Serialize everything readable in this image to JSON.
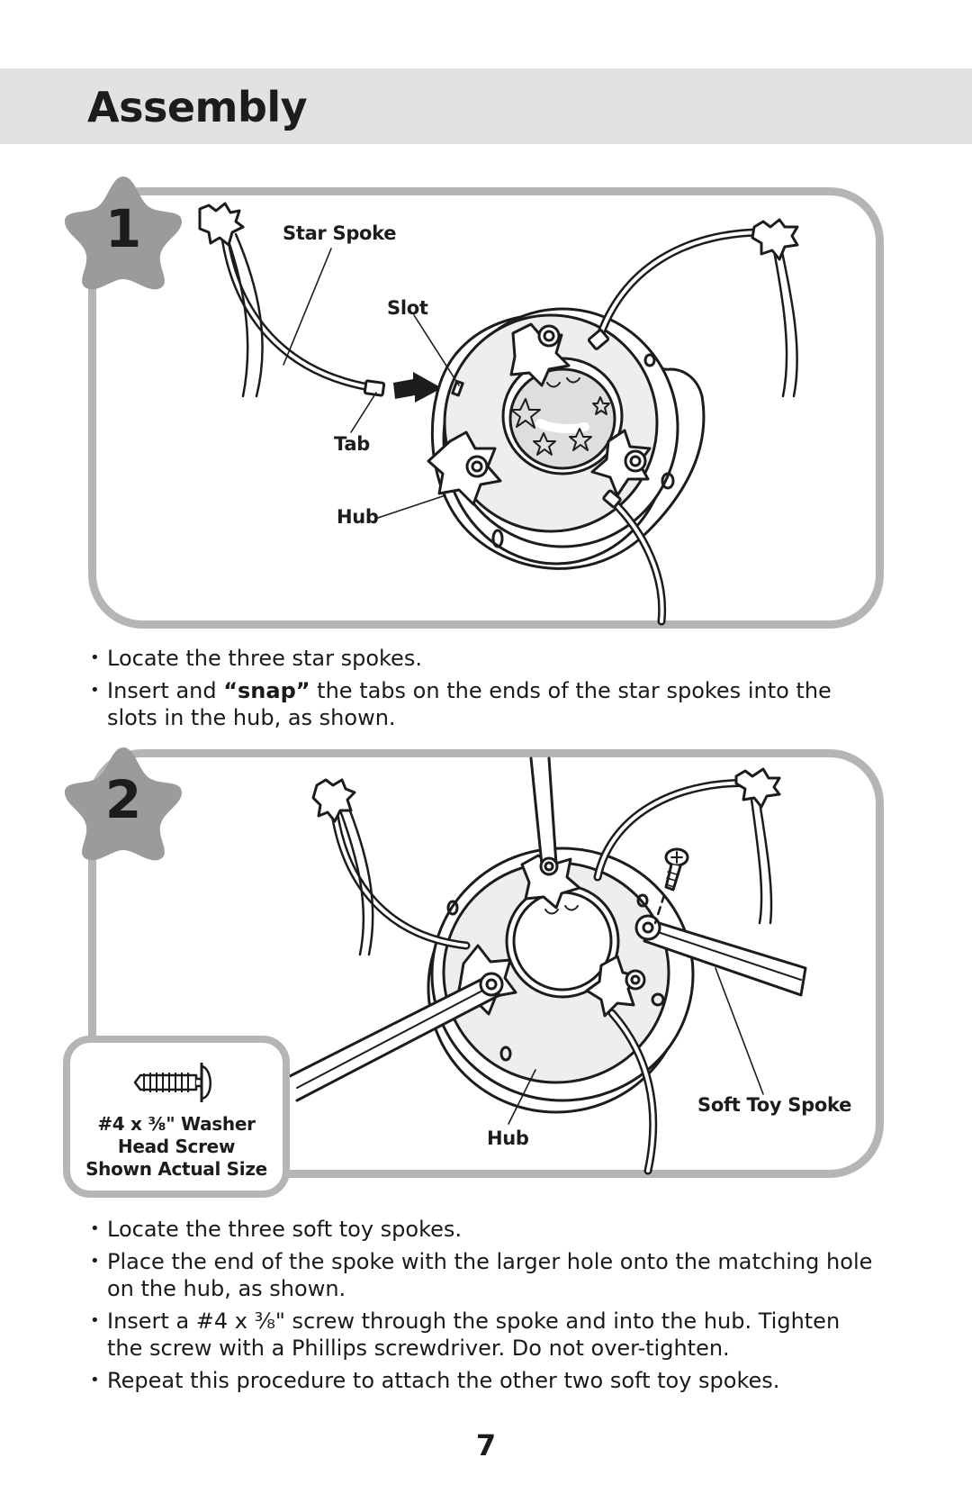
{
  "page": {
    "title": "Assembly",
    "number": "7"
  },
  "steps": [
    {
      "number": "1",
      "callouts": {
        "star_spoke": "Star Spoke",
        "slot": "Slot",
        "tab": "Tab",
        "hub": "Hub"
      },
      "instructions": {
        "first": "Locate the three star spokes.",
        "second_before": "Insert and ",
        "second_bold": "“snap”",
        "second_after": " the tabs on the ends of the star spokes into the slots in the hub, as shown."
      }
    },
    {
      "number": "2",
      "callouts": {
        "hub": "Hub",
        "soft_toy_spoke": "Soft Toy Spoke"
      },
      "screw_caption": {
        "line1": "#4 x ³⁄₈\" Washer",
        "line2": "Head Screw",
        "line3": "Shown Actual Size"
      },
      "instructions": [
        "Locate the three soft toy spokes.",
        "Place the end of the spoke with the larger hole onto the matching hole on the hub, as shown.",
        "Insert a #4 x ³⁄₈\" screw through the spoke and into the hub. Tighten the screw with a Phillips screwdriver. Do not over-tighten.",
        "Repeat this procedure to attach the other two soft toy spokes."
      ]
    }
  ],
  "colors": {
    "header_band": "#e2e2e2",
    "panel_border": "#b5b5b5",
    "badge": "#9b9b9b",
    "hub_fill": "#eeeeee",
    "line_art": "#1c1c1c"
  }
}
